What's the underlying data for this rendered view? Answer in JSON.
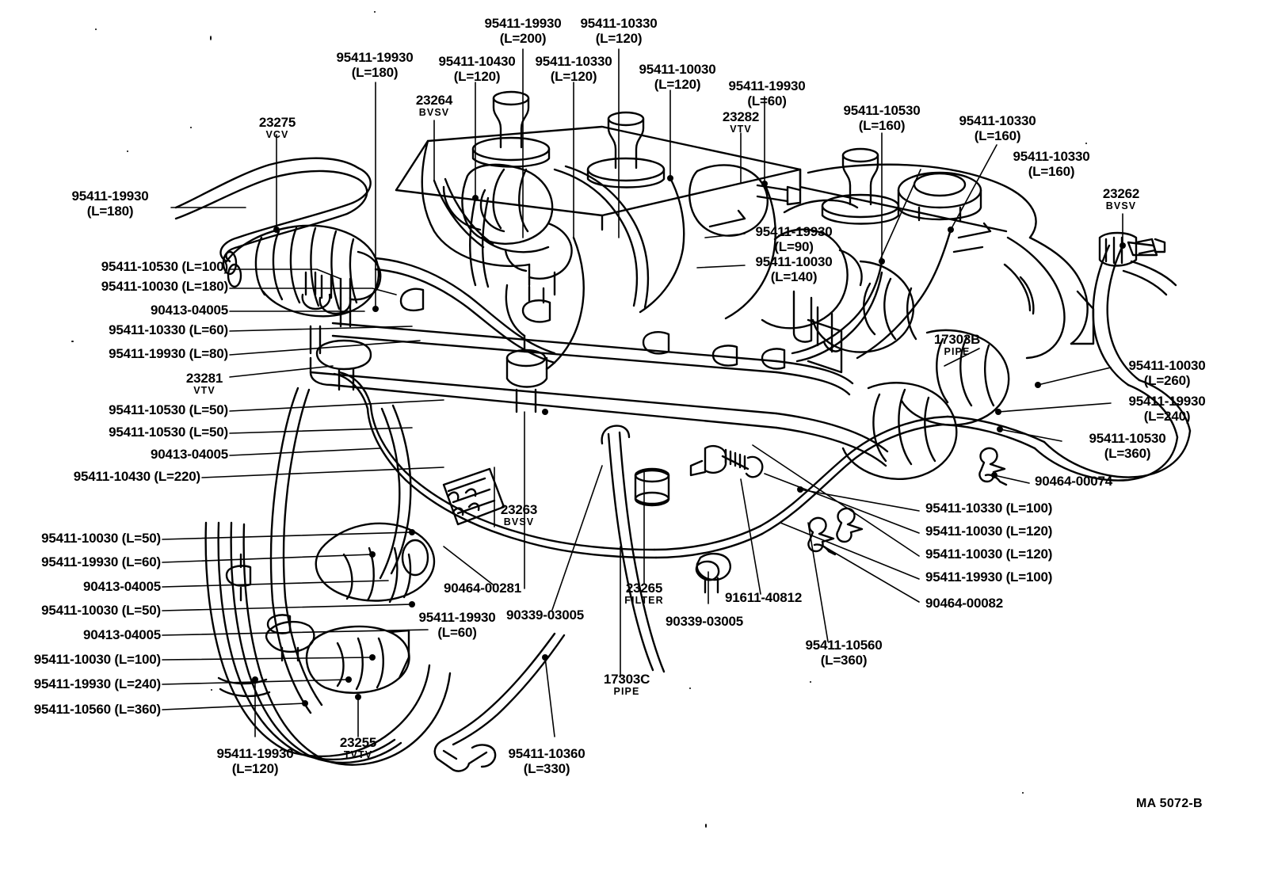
{
  "sheet": {
    "title": "Vacuum Piping Diagram",
    "footer_code": "MA 5072-B",
    "background": "#ffffff",
    "ink": "#000000"
  },
  "callouts": [
    {
      "id": "c01",
      "line1": "95411-19930",
      "line2": "(L=200)",
      "sub": ""
    },
    {
      "id": "c02",
      "line1": "95411-10330",
      "line2": "(L=120)",
      "sub": ""
    },
    {
      "id": "c03",
      "line1": "95411-19930",
      "line2": "(L=180)",
      "sub": ""
    },
    {
      "id": "c04",
      "line1": "95411-10430",
      "line2": "(L=120)",
      "sub": ""
    },
    {
      "id": "c05",
      "line1": "95411-10330",
      "line2": "(L=120)",
      "sub": ""
    },
    {
      "id": "c06",
      "line1": "95411-10030",
      "line2": "(L=120)",
      "sub": ""
    },
    {
      "id": "c07",
      "line1": "95411-19930",
      "line2": "(L=60)",
      "sub": ""
    },
    {
      "id": "c08",
      "line1": "95411-10530",
      "line2": "(L=160)",
      "sub": ""
    },
    {
      "id": "c09",
      "line1": "95411-10330",
      "line2": "(L=160)",
      "sub": ""
    },
    {
      "id": "c10",
      "line1": "95411-10330",
      "line2": "(L=160)",
      "sub": ""
    },
    {
      "id": "c11",
      "line1": "23264",
      "line2": "",
      "sub": "BVSV"
    },
    {
      "id": "c12",
      "line1": "23282",
      "line2": "",
      "sub": "VTV"
    },
    {
      "id": "c13",
      "line1": "23262",
      "line2": "",
      "sub": "BVSV"
    },
    {
      "id": "c14",
      "line1": "23275",
      "line2": "",
      "sub": "VCV"
    },
    {
      "id": "c15",
      "line1": "95411-19930",
      "line2": "(L=180)",
      "sub": ""
    },
    {
      "id": "c16",
      "line1": "95411-10530 (L=100)",
      "line2": "",
      "sub": ""
    },
    {
      "id": "c17",
      "line1": "95411-10030 (L=180)",
      "line2": "",
      "sub": ""
    },
    {
      "id": "c18",
      "line1": "90413-04005",
      "line2": "",
      "sub": ""
    },
    {
      "id": "c19",
      "line1": "95411-10330 (L=60)",
      "line2": "",
      "sub": ""
    },
    {
      "id": "c20",
      "line1": "95411-19930 (L=80)",
      "line2": "",
      "sub": ""
    },
    {
      "id": "c21",
      "line1": "23281",
      "line2": "",
      "sub": "VTV"
    },
    {
      "id": "c22",
      "line1": "95411-10530 (L=50)",
      "line2": "",
      "sub": ""
    },
    {
      "id": "c23",
      "line1": "95411-10530 (L=50)",
      "line2": "",
      "sub": ""
    },
    {
      "id": "c24",
      "line1": "90413-04005",
      "line2": "",
      "sub": ""
    },
    {
      "id": "c25",
      "line1": "95411-10430 (L=220)",
      "line2": "",
      "sub": ""
    },
    {
      "id": "c26",
      "line1": "95411-10030 (L=50)",
      "line2": "",
      "sub": ""
    },
    {
      "id": "c27",
      "line1": "95411-19930 (L=60)",
      "line2": "",
      "sub": ""
    },
    {
      "id": "c28",
      "line1": "90413-04005",
      "line2": "",
      "sub": ""
    },
    {
      "id": "c29",
      "line1": "95411-10030 (L=50)",
      "line2": "",
      "sub": ""
    },
    {
      "id": "c30",
      "line1": "90413-04005",
      "line2": "",
      "sub": ""
    },
    {
      "id": "c31",
      "line1": "95411-10030 (L=100)",
      "line2": "",
      "sub": ""
    },
    {
      "id": "c32",
      "line1": "95411-19930 (L=240)",
      "line2": "",
      "sub": ""
    },
    {
      "id": "c33",
      "line1": "95411-10560 (L=360)",
      "line2": "",
      "sub": ""
    },
    {
      "id": "c34",
      "line1": "95411-19930",
      "line2": "(L=120)",
      "sub": ""
    },
    {
      "id": "c35",
      "line1": "23255",
      "line2": "",
      "sub": "TVTV"
    },
    {
      "id": "c36",
      "line1": "90464-00281",
      "line2": "",
      "sub": ""
    },
    {
      "id": "c37",
      "line1": "23263",
      "line2": "",
      "sub": "BVSV"
    },
    {
      "id": "c38",
      "line1": "95411-19930",
      "line2": "(L=60)",
      "sub": ""
    },
    {
      "id": "c39",
      "line1": "90339-03005",
      "line2": "",
      "sub": ""
    },
    {
      "id": "c40",
      "line1": "23265",
      "line2": "",
      "sub": "FILTER"
    },
    {
      "id": "c41",
      "line1": "90339-03005",
      "line2": "",
      "sub": ""
    },
    {
      "id": "c42",
      "line1": "91611-40812",
      "line2": "",
      "sub": ""
    },
    {
      "id": "c43",
      "line1": "95411-10560",
      "line2": "(L=360)",
      "sub": ""
    },
    {
      "id": "c44",
      "line1": "17303C",
      "line2": "",
      "sub": "PIPE"
    },
    {
      "id": "c45",
      "line1": "95411-10360",
      "line2": "(L=330)",
      "sub": ""
    },
    {
      "id": "c46",
      "line1": "95411-19930",
      "line2": "(L=90)",
      "sub": ""
    },
    {
      "id": "c47",
      "line1": "95411-10030",
      "line2": "(L=140)",
      "sub": ""
    },
    {
      "id": "c48",
      "line1": "17303B",
      "line2": "",
      "sub": "PIPE"
    },
    {
      "id": "c49",
      "line1": "95411-10030",
      "line2": "(L=260)",
      "sub": ""
    },
    {
      "id": "c50",
      "line1": "95411-19930",
      "line2": "(L=240)",
      "sub": ""
    },
    {
      "id": "c51",
      "line1": "95411-10530",
      "line2": "(L=360)",
      "sub": ""
    },
    {
      "id": "c52",
      "line1": "90464-00074",
      "line2": "",
      "sub": ""
    },
    {
      "id": "c53",
      "line1": "95411-10330 (L=100)",
      "line2": "",
      "sub": ""
    },
    {
      "id": "c54",
      "line1": "95411-10030 (L=120)",
      "line2": "",
      "sub": ""
    },
    {
      "id": "c55",
      "line1": "95411-10030 (L=120)",
      "line2": "",
      "sub": ""
    },
    {
      "id": "c56",
      "line1": "95411-19930 (L=100)",
      "line2": "",
      "sub": ""
    },
    {
      "id": "c57",
      "line1": "90464-00082",
      "line2": "",
      "sub": ""
    }
  ]
}
